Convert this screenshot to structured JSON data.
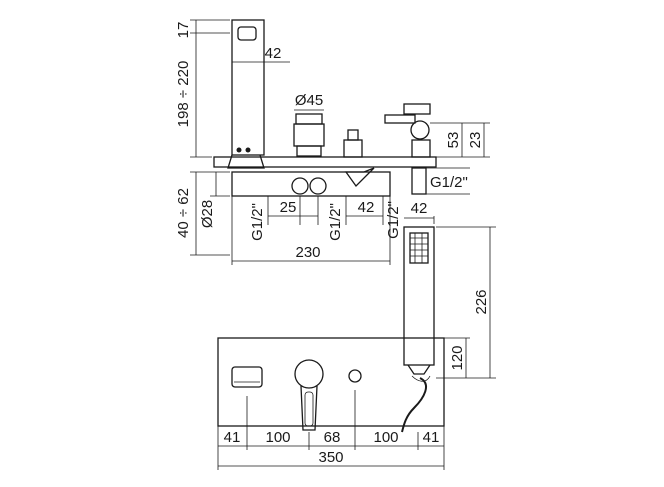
{
  "dimensions": {
    "top_height": "17",
    "spout_height": "198 ÷ 220",
    "spout_width": "42",
    "knob_diameter": "Ø45",
    "diverter_height": "53",
    "diverter_right": "23",
    "thread_right": "G1/2\"",
    "depth_range": "40 ÷ 62",
    "pipe_diameter": "Ø28",
    "thread_left": "G1/2\"",
    "spacing_25": "25",
    "thread_mid": "G1/2\"",
    "spacing_42": "42",
    "thread_handshower": "G1/2\"",
    "handshower_width": "42",
    "total_230": "230",
    "handshower_height": "226",
    "holder_height": "120",
    "plate_41_left": "41",
    "plate_100_left": "100",
    "plate_68": "68",
    "plate_100_right": "100",
    "plate_41_right": "41",
    "plate_total": "350"
  }
}
